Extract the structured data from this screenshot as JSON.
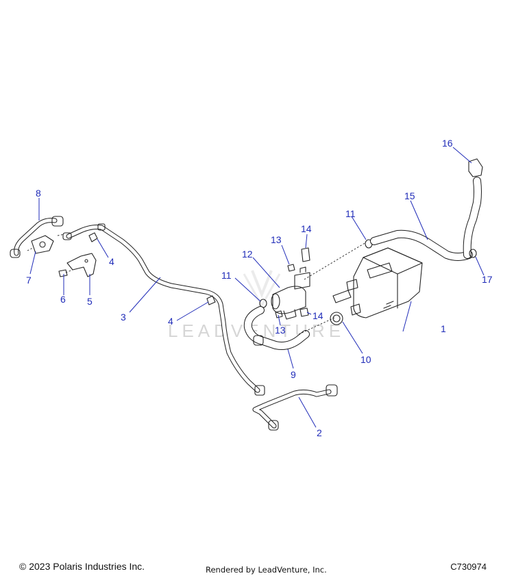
{
  "callouts": [
    {
      "id": "1",
      "label": "1"
    },
    {
      "id": "2",
      "label": "2"
    },
    {
      "id": "3",
      "label": "3"
    },
    {
      "id": "4a",
      "label": "4"
    },
    {
      "id": "4b",
      "label": "4"
    },
    {
      "id": "5",
      "label": "5"
    },
    {
      "id": "6",
      "label": "6"
    },
    {
      "id": "7",
      "label": "7"
    },
    {
      "id": "8",
      "label": "8"
    },
    {
      "id": "9",
      "label": "9"
    },
    {
      "id": "10",
      "label": "10"
    },
    {
      "id": "11a",
      "label": "11"
    },
    {
      "id": "11b",
      "label": "11"
    },
    {
      "id": "12",
      "label": "12"
    },
    {
      "id": "13a",
      "label": "13"
    },
    {
      "id": "13b",
      "label": "13"
    },
    {
      "id": "14a",
      "label": "14"
    },
    {
      "id": "14b",
      "label": "14"
    },
    {
      "id": "15",
      "label": "15"
    },
    {
      "id": "16",
      "label": "16"
    },
    {
      "id": "17",
      "label": "17"
    }
  ],
  "watermark": "LEADVENTURE",
  "footer": {
    "copyright": "© 2023 Polaris Industries Inc.",
    "rendered_by": "Rendered by LeadVenture, Inc.",
    "diagram_code": "C730974"
  }
}
